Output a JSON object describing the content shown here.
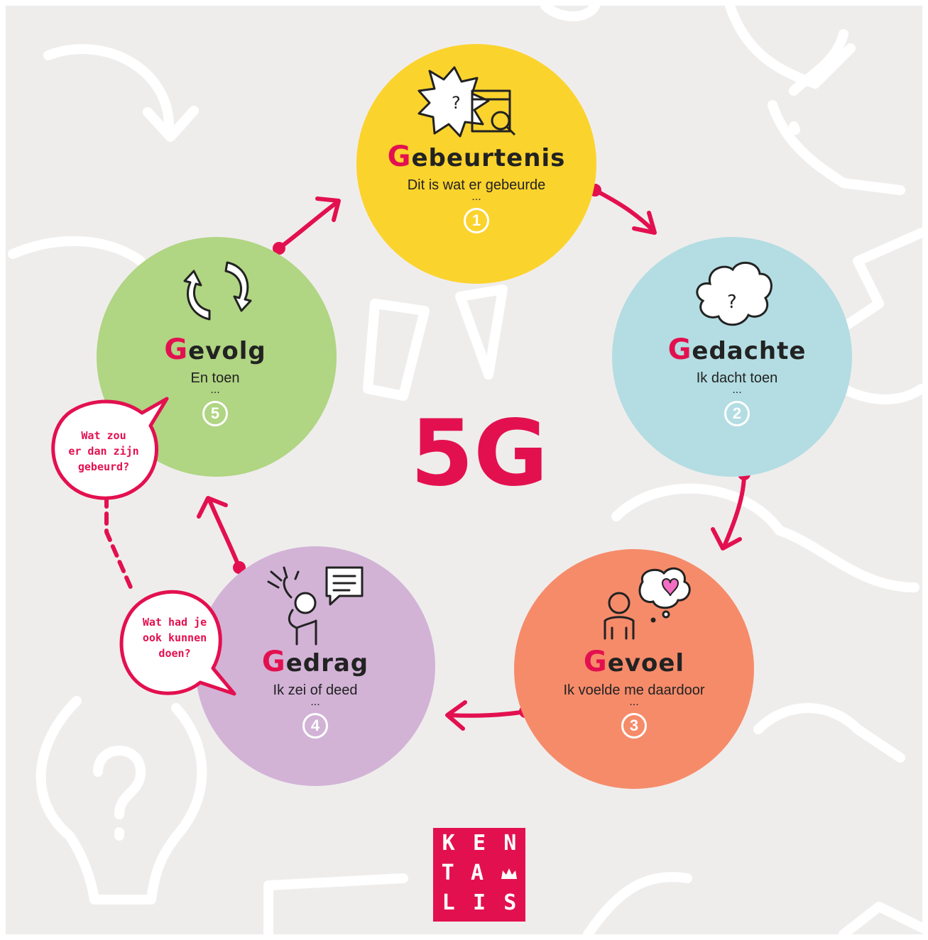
{
  "center_title": "5G",
  "nodes": [
    {
      "initial": "G",
      "rest": "ebeurtenis",
      "desc": "Dit is wat er gebeurde",
      "dots": "...",
      "number": "1",
      "color": "#fbd32d",
      "icon": "event-calendar-icon"
    },
    {
      "initial": "G",
      "rest": "edachte",
      "desc": "Ik dacht toen",
      "dots": "...",
      "number": "2",
      "color": "#b3dde2",
      "icon": "thought-cloud-icon"
    },
    {
      "initial": "G",
      "rest": "evoel",
      "desc": "Ik voelde me daardoor",
      "dots": "...",
      "number": "3",
      "color": "#f68b6a",
      "icon": "feeling-heart-icon"
    },
    {
      "initial": "G",
      "rest": "edrag",
      "desc": "Ik zei of deed",
      "dots": "...",
      "number": "4",
      "color": "#d2b3d6",
      "icon": "behaviour-speech-icon"
    },
    {
      "initial": "G",
      "rest": "evolg",
      "desc": "En toen",
      "dots": "...",
      "number": "5",
      "color": "#b0d583",
      "icon": "cycle-arrows-icon"
    }
  ],
  "bubbles": {
    "consequence_question": [
      "Wat zou",
      "er dan zijn",
      "gebeurd?"
    ],
    "behaviour_question": [
      "Wat had je",
      "ook kunnen",
      "doen?"
    ]
  },
  "logo": {
    "row1": [
      "K",
      "E",
      "N"
    ],
    "row2": [
      "T",
      "A",
      ""
    ],
    "row3": [
      "L",
      "I",
      "S"
    ]
  },
  "colors": {
    "accent": "#e3104f",
    "background": "#efedec"
  }
}
